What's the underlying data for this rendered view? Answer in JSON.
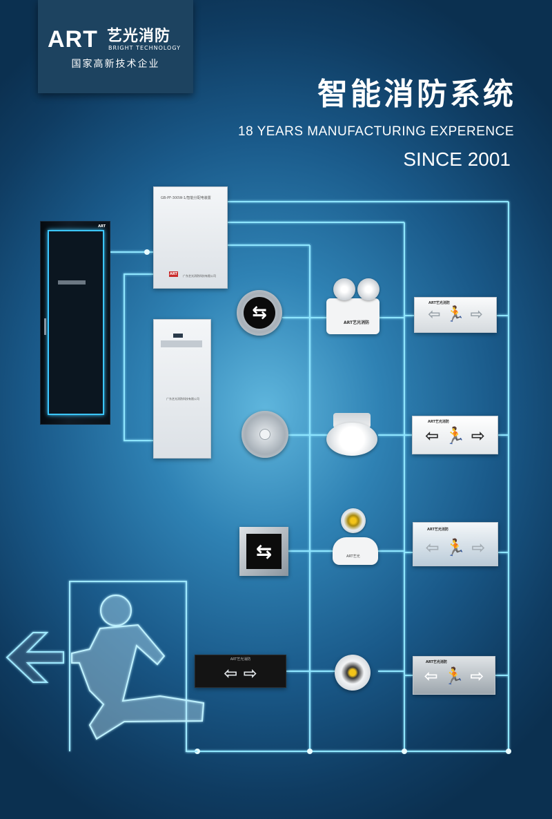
{
  "brand": {
    "logo_art": "ART",
    "logo_cn": "艺光消防",
    "logo_en": "BRIGHT TECHNOLOGY",
    "subtitle": "国家高新技术企业"
  },
  "headline": {
    "title_cn": "智能消防系统",
    "title_en": "18 YEARS MANUFACTURING EXPERENCE",
    "since": "SINCE 2001"
  },
  "devices": {
    "cabinet_logo": "ART",
    "controller_label": "GB-PF-300W-1/智能分配电装置",
    "controller_company": "广东艺光消防科技有限公司",
    "controller_badge": "ART",
    "power_label": "广东艺光消防科技有限公司",
    "light_brand": "ART艺光消防",
    "sign_brand": "ART艺光消防",
    "bar_brand": "ART艺光消防",
    "spot_brand": "ART艺光"
  },
  "symbols": {
    "two_way": "⇆",
    "left_right": "⇦  ⇨",
    "exit_row": "⇦ 🏃 ⇨"
  },
  "colors": {
    "wire": "#7fe0ff",
    "accent_red": "#c92b2b",
    "logo_bg": "#1d4360"
  }
}
